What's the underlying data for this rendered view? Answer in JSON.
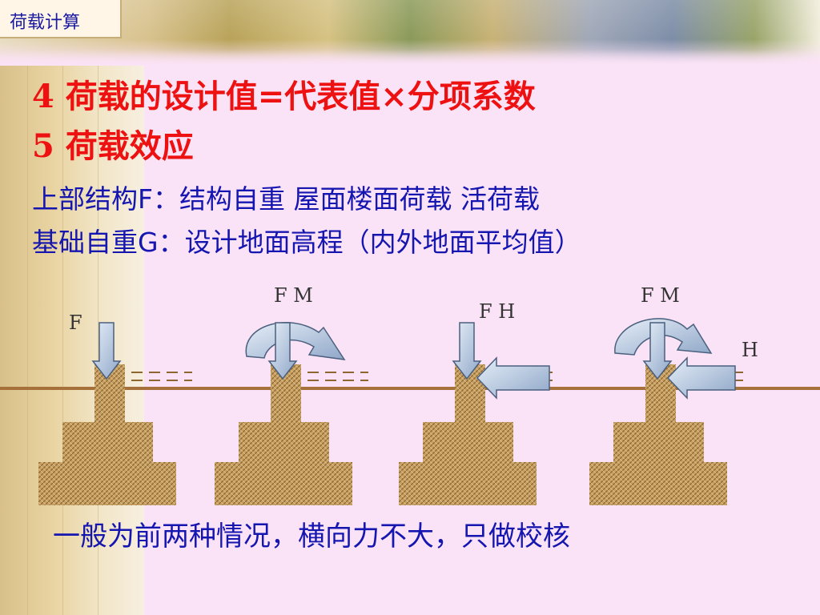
{
  "header": {
    "tag": "荷载计算"
  },
  "title": {
    "line1": "4 荷载的设计值=代表值×分项系数",
    "line2": "5 荷载效应"
  },
  "body": {
    "line1": "上部结构F：结构自重   屋面楼面荷载   活荷载",
    "line2": "基础自重G：设计地面高程（内外地面平均值）"
  },
  "diagram": {
    "cases": [
      {
        "labels": [
          "F"
        ]
      },
      {
        "labels": [
          "F M"
        ]
      },
      {
        "labels": [
          "F H"
        ]
      },
      {
        "labels": [
          "F M",
          "H"
        ]
      }
    ]
  },
  "footer": {
    "note": "一般为前两种情况，横向力不大，只做校核"
  },
  "colors": {
    "title": "#ee1111",
    "text": "#1515b0",
    "background": "#fbe3f7",
    "ground": "#a5703a"
  }
}
